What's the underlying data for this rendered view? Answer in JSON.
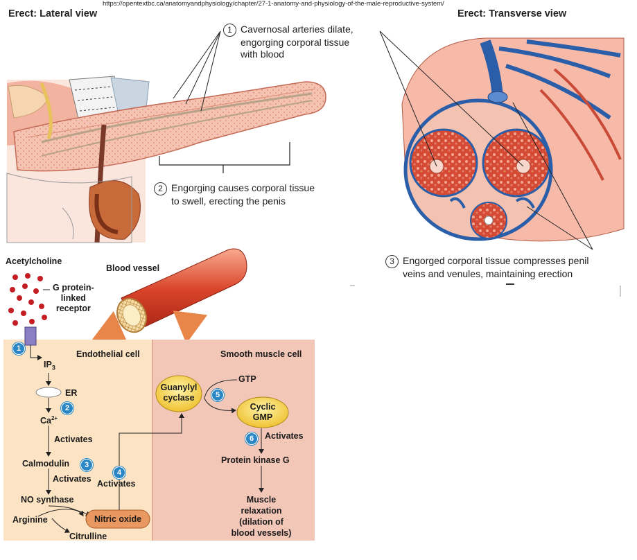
{
  "source_url": "https://opentextbc.ca/anatomyandphysiology/chapter/27-1-anatomy-and-physiology-of-the-male-reproductive-system/",
  "lateral_title": "Erect: Lateral view",
  "transverse_title": "Erect: Transverse view",
  "callouts": [
    {
      "num": "1",
      "lines": [
        "Cavernosal arteries dilate,",
        "engorging corporal tissue",
        "with blood"
      ]
    },
    {
      "num": "2",
      "lines": [
        "Engorging causes corporal tissue",
        "to swell, erecting the penis"
      ]
    },
    {
      "num": "3",
      "lines": [
        "Engorged corporal tissue compresses penil",
        "veins and venules, maintaining erection"
      ]
    }
  ],
  "pathway": {
    "acetylcholine": "Acetylcholine",
    "blood_vessel": "Blood vessel",
    "receptor": [
      "G protein-",
      "linked",
      "receptor"
    ],
    "endothelial_cell": "Endothelial cell",
    "smooth_muscle_cell": "Smooth muscle cell",
    "ip3": "IP",
    "ip3_sub": "3",
    "er": "ER",
    "ca": "Ca",
    "ca_sup": "2+",
    "activates_1": "Activates",
    "calmodulin": "Calmodulin",
    "activates_2": "Activates",
    "activates_3": "Activates",
    "no_synthase": "NO synthase",
    "arginine": "Arginine",
    "citrulline": "Citrulline",
    "nitric_oxide": "Nitric oxide",
    "guanylyl": [
      "Guanylyl",
      "cyclase"
    ],
    "gtp": "GTP",
    "cgmp": [
      "Cyclic",
      "GMP"
    ],
    "activates_6": "Activates",
    "pkg": "Protein kinase G",
    "muscle_relax": [
      "Muscle",
      "relaxation",
      "(dilation of",
      "blood vessels)"
    ],
    "steps": [
      "1",
      "2",
      "3",
      "4",
      "5",
      "6"
    ]
  },
  "colors": {
    "endothelial_bg": "#fbe3c3",
    "smooth_bg": "#f3c7b8",
    "step_blue": "#2a86c4",
    "dot_red": "#c41e24",
    "pill_yellow": "#f5d24a",
    "nitric_orange": "#e89860",
    "vein_blue": "#2a5ea8",
    "tissue_pink": "#f4c6b6"
  }
}
